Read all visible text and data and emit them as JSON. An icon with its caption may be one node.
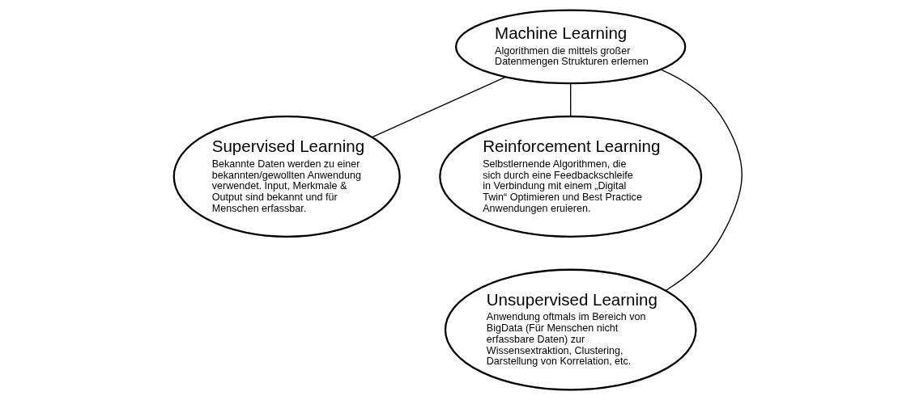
{
  "diagram": {
    "nodes": [
      {
        "text": [
          "Machine Learning",
          "Algorithmen die mittels großer Datenmengen Strukturen erlernen"
        ]
      },
      {
        "text": [
          "Supervised Learning",
          "Bekannte Daten werden zu einer bekannten/gewollten Anwendung verwendet. Input, Merkmale & Output sind bekannt und für Menschen erfassbar."
        ]
      },
      {
        "text": [
          "Reinforcement Learning",
          "Selbstlernende Algorithmen, die sich durch eine Feedbackschleife in Verbindung mit einem „Digital Twin“ Optimieren und Best Practice Anwendungen eruieren."
        ]
      },
      {
        "text": [
          "Unsupervised Learning",
          "Anwendung oftmals im Bereich von BigData (Für Menschen nicht erfassbare Daten) zur Wissensextraktion, Clustering, Darstellung von Korrelation, etc."
        ]
      }
    ],
    "edges": [
      {
        "from": 0,
        "to": 1,
        "arrow": "none"
      },
      {
        "from": 0,
        "to": 2,
        "arrow": "none"
      },
      {
        "from": 0,
        "to": 3,
        "arrow": "none"
      }
    ]
  }
}
